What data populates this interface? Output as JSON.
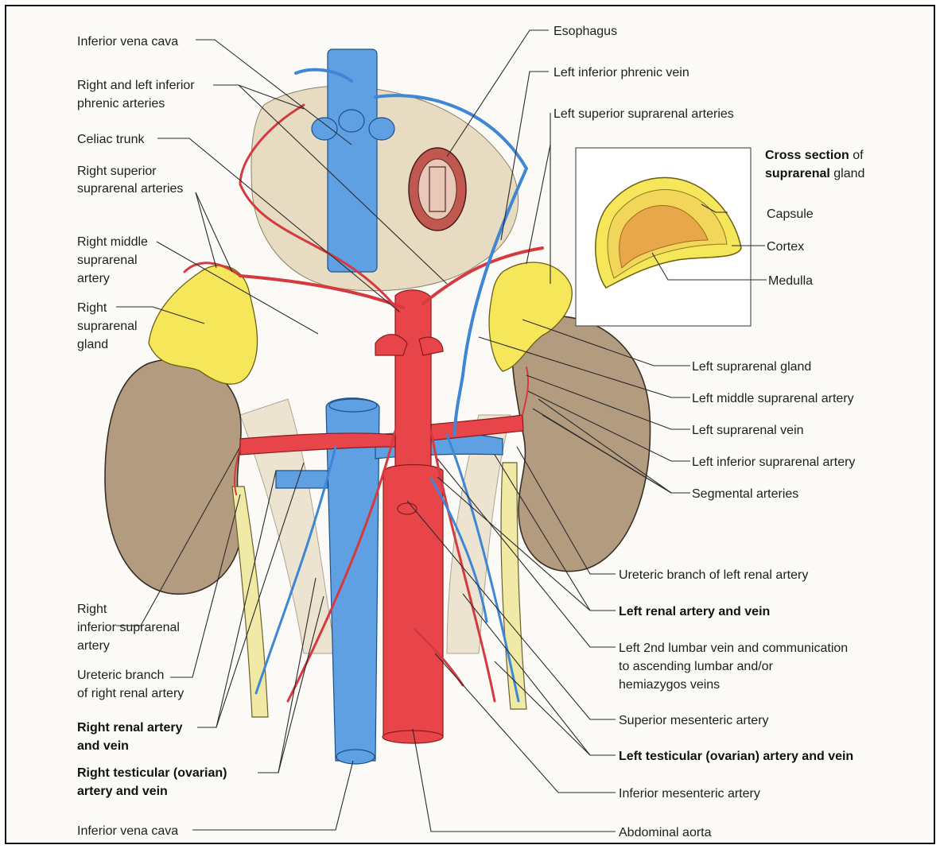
{
  "labels_left": {
    "ivc_top": "Inferior vena cava",
    "phrenic_arteries_1": "Right and left inferior",
    "phrenic_arteries_2": "phrenic arteries",
    "celiac_trunk": "Celiac trunk",
    "right_superior_1": "Right superior",
    "right_superior_2": "suprarenal arteries",
    "right_middle_1": "Right middle",
    "right_middle_2": "suprarenal",
    "right_middle_3": "artery",
    "right_gland_1": "Right",
    "right_gland_2": "suprarenal",
    "right_gland_3": "gland",
    "right_inferior_1": "Right",
    "right_inferior_2": "inferior suprarenal",
    "right_inferior_3": "artery",
    "ureteric_right_1": "Ureteric branch",
    "ureteric_right_2": "of right renal artery",
    "right_renal_1": "Right renal artery",
    "right_renal_2": "and vein",
    "right_testicular_1": "Right testicular (ovarian)",
    "right_testicular_2": "artery and vein",
    "ivc_bottom": "Inferior vena cava"
  },
  "labels_right": {
    "esophagus": "Esophagus",
    "left_phrenic_vein": "Left inferior phrenic vein",
    "left_superior_arteries": "Left superior suprarenal arteries",
    "left_gland": "Left suprarenal gland",
    "left_middle_artery": "Left middle suprarenal artery",
    "left_vein": "Left suprarenal vein",
    "left_inferior_artery": "Left inferior suprarenal artery",
    "segmental": "Segmental arteries",
    "ureteric_left": "Ureteric branch of left renal artery",
    "left_renal": "Left renal artery and vein",
    "lumbar_1": "Left 2nd lumbar vein and communication",
    "lumbar_2": "to ascending lumbar and/or",
    "lumbar_3": "hemiazygos veins",
    "sma": "Superior mesenteric artery",
    "left_testicular": "Left testicular (ovarian) artery and vein",
    "ima": "Inferior mesenteric artery",
    "aorta": "Abdominal aorta"
  },
  "inset": {
    "title_bold_1": "Cross section",
    "title_rest_1": " of",
    "title_bold_2": "suprarenal",
    "title_rest_2": " gland",
    "capsule": "Capsule",
    "cortex": "Cortex",
    "medulla": "Medulla"
  },
  "colors": {
    "artery": "#e8454a",
    "vein": "#5fa0e3",
    "kidney": "#b39b80",
    "gland": "#f6e65a"
  }
}
